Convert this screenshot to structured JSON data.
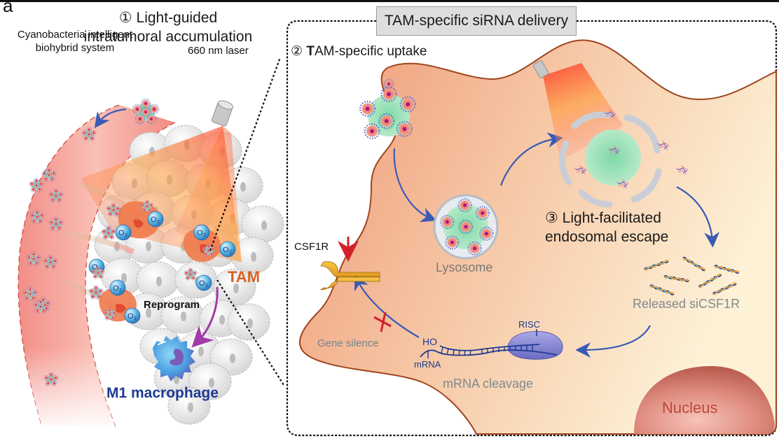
{
  "panel_label": "a",
  "left_panel": {
    "step1": {
      "number": "①",
      "line1": "Light-guided",
      "line2": "intratumoral accumulation"
    },
    "biohybrid_label": "Cyanobacteria intelligent biohybrid system",
    "laser_label": "660 nm laser",
    "tam_label": "TAM",
    "reprogram_label": "Reprogram",
    "m1_label": "M1 macrophage",
    "oxygen_label": "O2"
  },
  "right_panel": {
    "title": "TAM-specific siRNA delivery",
    "step2": {
      "number": "②",
      "bold": "T",
      "rest": "AM-specific uptake"
    },
    "step3": {
      "number": "③",
      "line1": "Light-facilitated",
      "line2": "endosomal escape"
    },
    "receptor_label": "CSF1R",
    "lysosome_label": "Lysosome",
    "released_label": "Released siCSF1R",
    "gene_silence_label": "Gene silence",
    "ho_label": "HO",
    "mrna_label": "mRNA",
    "risc_label": "RISC",
    "cleavage_label": "mRNA cleavage",
    "nucleus_label": "Nucleus"
  },
  "colors": {
    "cell_body": "#f0a07c",
    "cell_edge": "#a0451f",
    "arrow_blue": "#3a5bb5",
    "inhibit_red": "#d4202c",
    "tam_orange": "#d9621f",
    "m1_blue": "#1f3a93",
    "reprogram_purple": "#a03aa8",
    "nucleus": "#d9776a"
  }
}
